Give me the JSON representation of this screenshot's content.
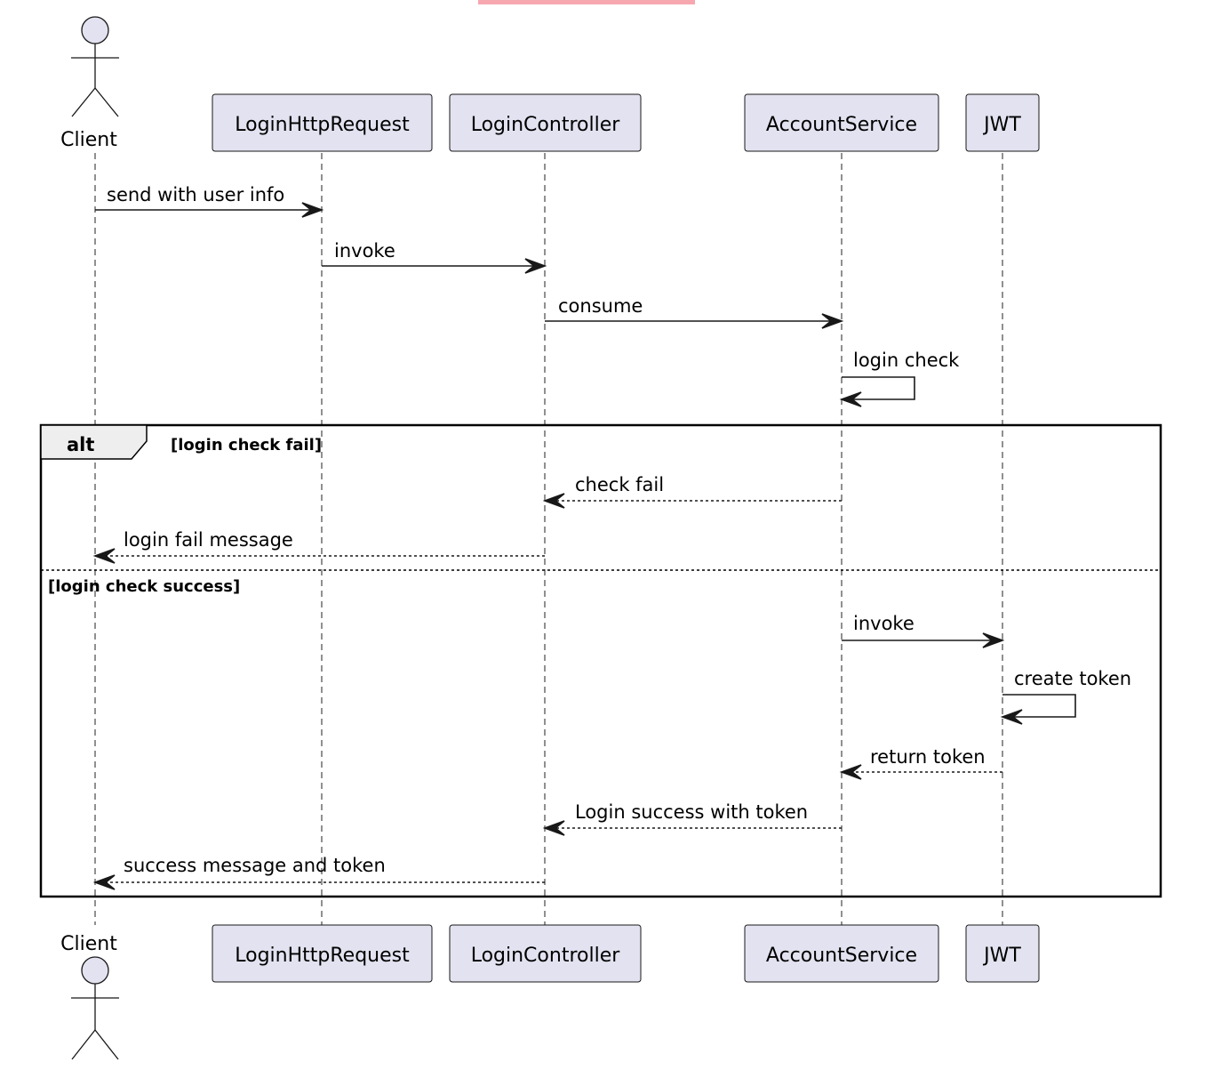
{
  "participants": [
    {
      "id": "client",
      "label": "Client",
      "kind": "actor"
    },
    {
      "id": "loginhttprequest",
      "label": "LoginHttpRequest",
      "kind": "participant"
    },
    {
      "id": "logincontroller",
      "label": "LoginController",
      "kind": "participant"
    },
    {
      "id": "accountservice",
      "label": "AccountService",
      "kind": "participant"
    },
    {
      "id": "jwt",
      "label": "JWT",
      "kind": "participant"
    }
  ],
  "messages": [
    {
      "from": "client",
      "to": "loginhttprequest",
      "text": "send with user info",
      "style": "solid"
    },
    {
      "from": "loginhttprequest",
      "to": "logincontroller",
      "text": "invoke",
      "style": "solid"
    },
    {
      "from": "logincontroller",
      "to": "accountservice",
      "text": "consume",
      "style": "solid"
    },
    {
      "from": "accountservice",
      "to": "accountservice",
      "text": "login check",
      "style": "solid"
    },
    {
      "from": "accountservice",
      "to": "logincontroller",
      "text": "check fail",
      "style": "dashed"
    },
    {
      "from": "logincontroller",
      "to": "client",
      "text": "login fail message",
      "style": "dashed"
    },
    {
      "from": "accountservice",
      "to": "jwt",
      "text": "invoke",
      "style": "solid"
    },
    {
      "from": "jwt",
      "to": "jwt",
      "text": "create token",
      "style": "solid"
    },
    {
      "from": "jwt",
      "to": "accountservice",
      "text": "return token",
      "style": "dashed"
    },
    {
      "from": "accountservice",
      "to": "logincontroller",
      "text": "Login success with token",
      "style": "dashed"
    },
    {
      "from": "logincontroller",
      "to": "client",
      "text": "success message and token",
      "style": "dashed"
    }
  ],
  "alt_fragment": {
    "keyword": "alt",
    "guards": [
      "[login check fail]",
      "[login check success]"
    ]
  },
  "colors": {
    "participant_fill": "#e2e2f0",
    "line": "#181818",
    "top_banner": "#f7a7b0"
  }
}
